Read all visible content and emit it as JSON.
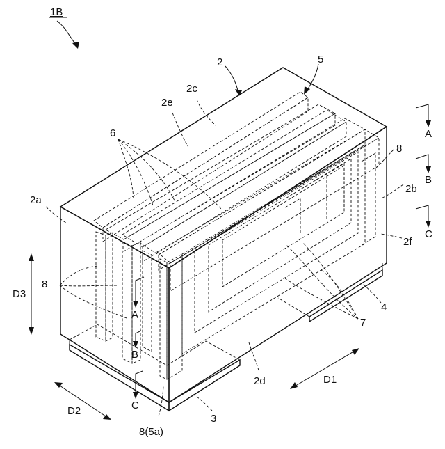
{
  "figure": {
    "id_label": "1B",
    "labels": {
      "element_body": "2",
      "face_2a": "2a",
      "face_2b": "2b",
      "face_2c": "2c",
      "face_2d": "2d",
      "face_2e": "2e",
      "face_2f": "2f",
      "electrode_3": "3",
      "electrode_4": "4",
      "coil_5": "5",
      "conductors_6": "6",
      "conductors_7": "7",
      "via_8_left": "8",
      "via_8_right": "8",
      "via_8_5a": "8(5a)"
    },
    "directions": {
      "d1": "D1",
      "d2": "D2",
      "d3": "D3"
    },
    "section_marks": {
      "a": "A",
      "b": "B",
      "c": "C"
    }
  }
}
